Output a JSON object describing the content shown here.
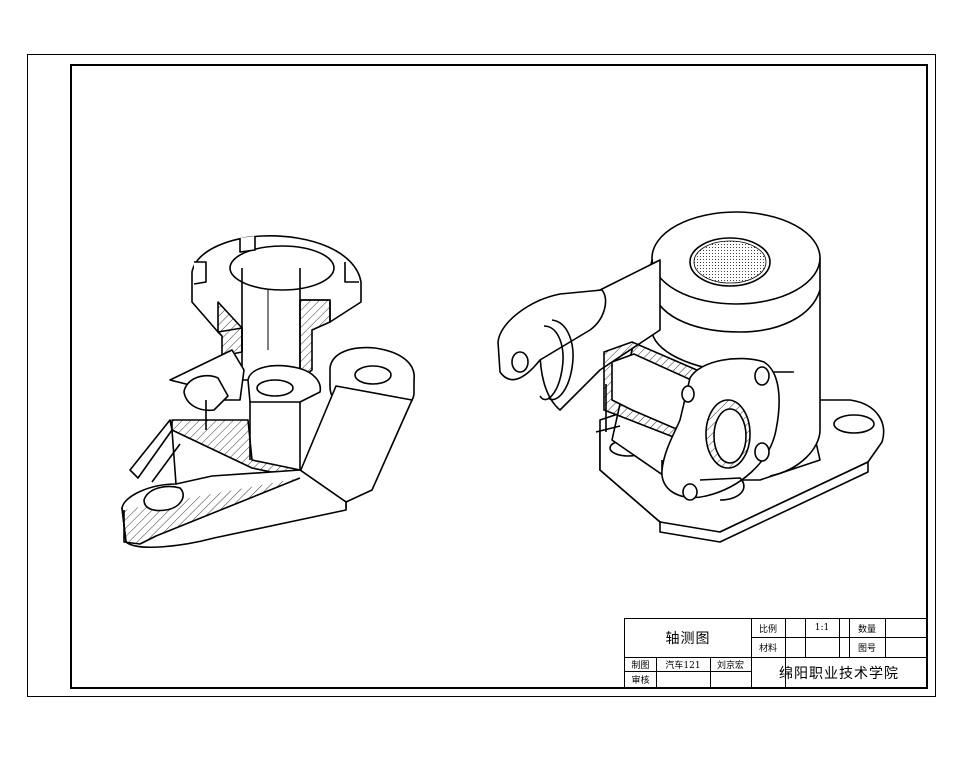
{
  "title_block": {
    "drawing_title": "轴测图",
    "scale_label": "比例",
    "scale_value": "1:1",
    "quantity_label": "数量",
    "material_label": "材料",
    "drawing_number": "图号",
    "drawn_label": "制图",
    "drawn_class": "汽车121",
    "drawn_name": "刘京宏",
    "checked_label": "审核",
    "school": "绵阳职业技术学院"
  }
}
